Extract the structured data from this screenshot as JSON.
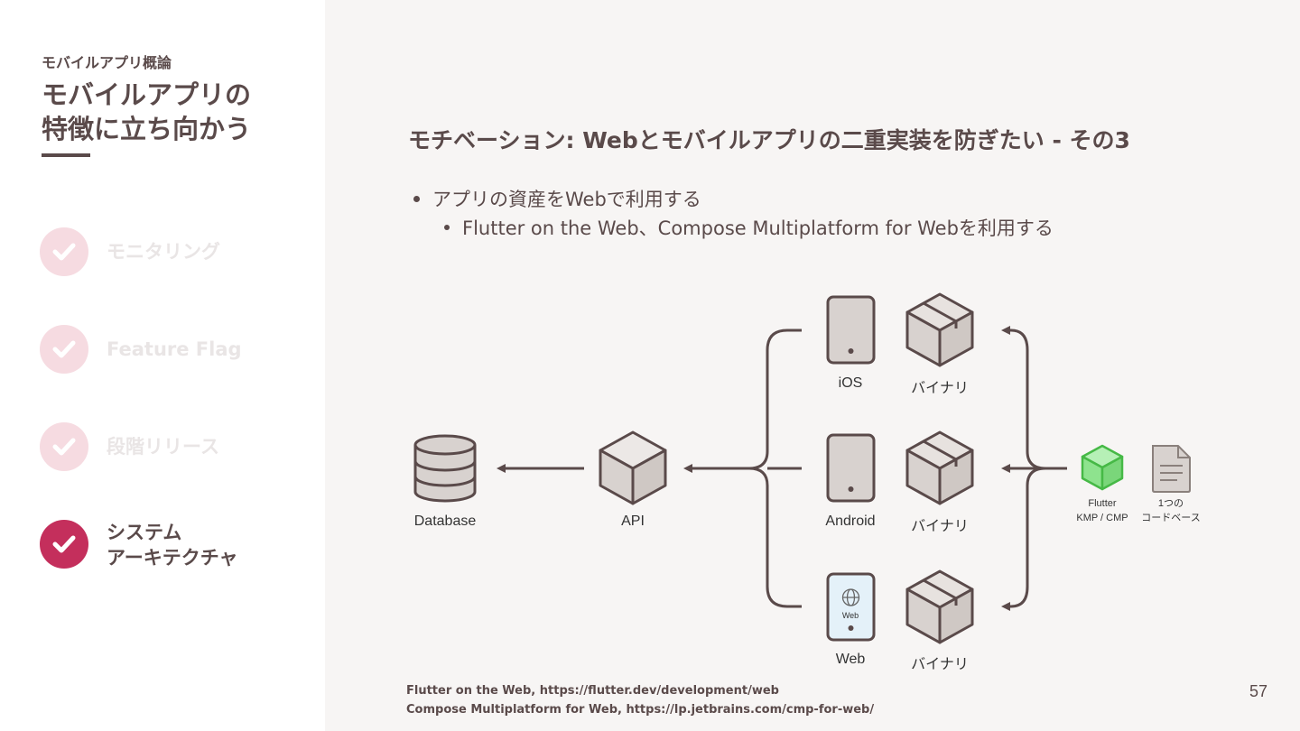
{
  "sidebar": {
    "course": "モバイルアプリ概論",
    "section_title_line1": "モバイルアプリの",
    "section_title_line2": "特徴に立ち向かう",
    "agenda": [
      {
        "label": "モニタリング",
        "state": "done"
      },
      {
        "label": "Feature Flag",
        "state": "done"
      },
      {
        "label": "段階リリース",
        "state": "done"
      },
      {
        "label_line1": "システム",
        "label_line2": "アーキテクチャ",
        "state": "current"
      }
    ]
  },
  "main": {
    "title": "モチベーション: Webとモバイルアプリの二重実装を防ぎたい - その3",
    "bullets": [
      "アプリの資産をWebで利用する",
      "Flutter on the Web、Compose Multiplatform for Webを利用する"
    ],
    "diagram": {
      "database": "Database",
      "api": "API",
      "platforms": [
        {
          "name": "iOS",
          "artifact": "バイナリ"
        },
        {
          "name": "Android",
          "artifact": "バイナリ"
        },
        {
          "name": "Web",
          "artifact": "バイナリ",
          "screen_text": "Web"
        }
      ],
      "framework_line1": "Flutter",
      "framework_line2": "KMP / CMP",
      "codebase_line1": "1つの",
      "codebase_line2": "コードベース"
    },
    "references": [
      "Flutter on the Web, https://flutter.dev/development/web",
      "Compose Multiplatform for Web, https://lp.jetbrains.com/cmp-for-web/"
    ],
    "page_number": "57"
  },
  "colors": {
    "accent": "#c42f5c",
    "accent_faded": "#f6dbe1",
    "text": "#5a4a4a",
    "main_bg": "#f7f5f4",
    "icon_gray": "#d8d2cf",
    "icon_stroke": "#5a4a4a",
    "framework_green": "#8ee38e"
  },
  "icons": {
    "database": "database-cylinder-icon",
    "api": "cube-icon",
    "device": "phone-icon",
    "binary": "box-package-icon",
    "framework": "green-cube-icon",
    "codebase": "document-icon",
    "agenda_check": "checkmark-icon",
    "web": "globe-icon"
  }
}
